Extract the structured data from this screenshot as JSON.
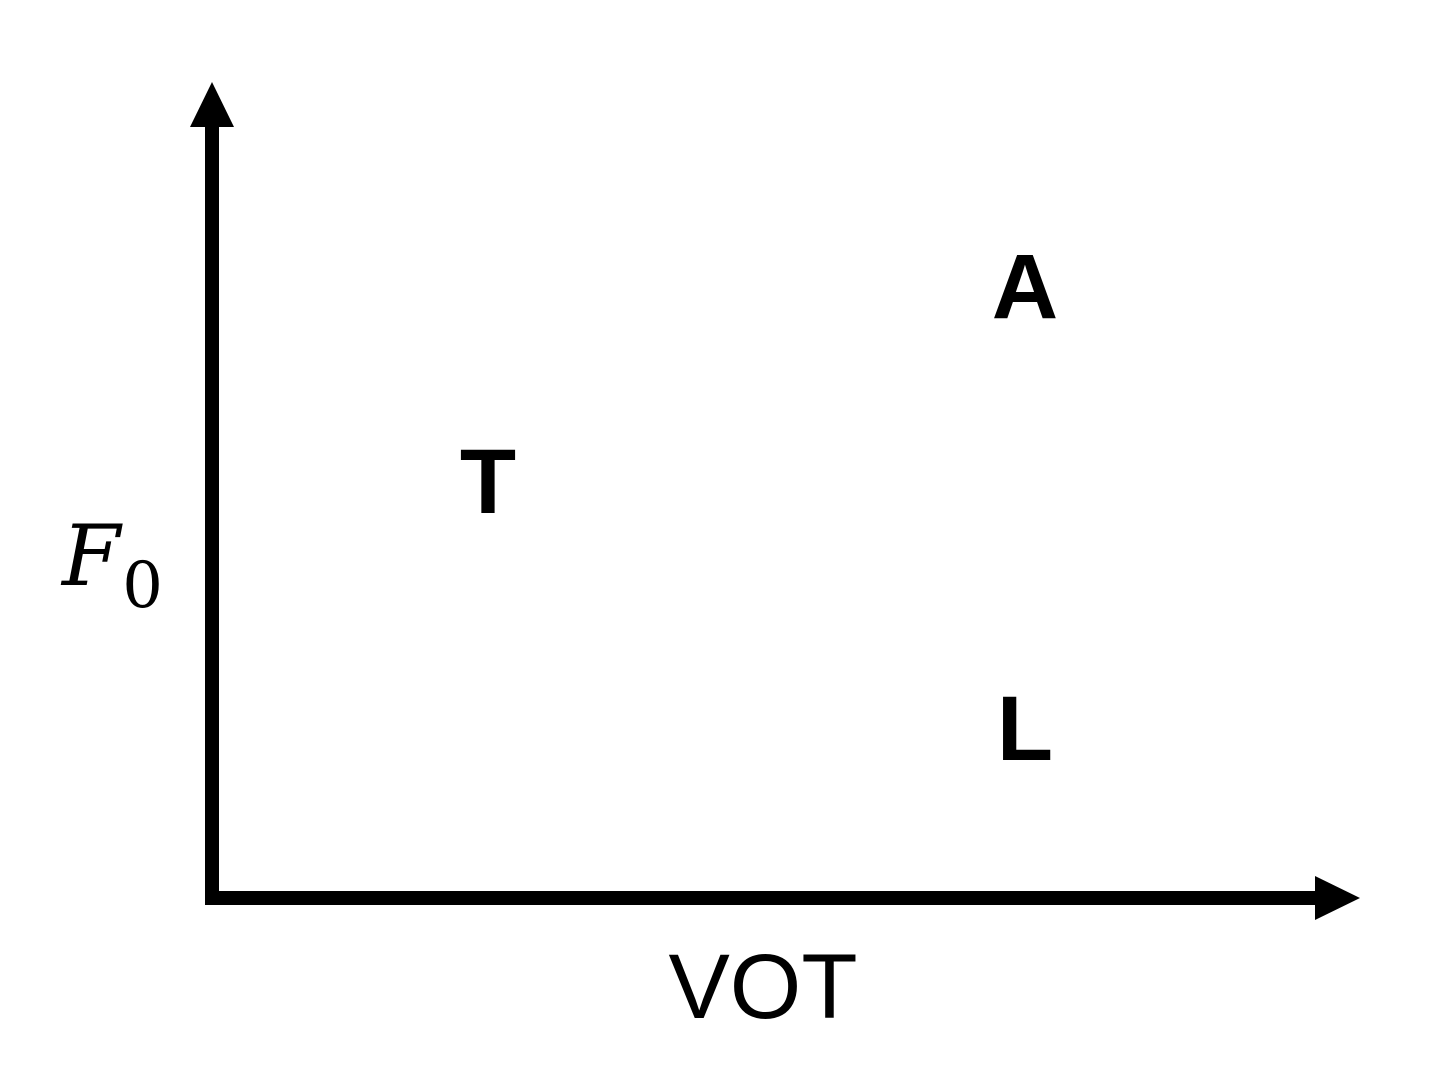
{
  "diagram": {
    "x_axis": {
      "label": "VOT"
    },
    "y_axis": {
      "label": "F",
      "label_subscript": "0"
    },
    "points": [
      {
        "id": "T",
        "label": "T"
      },
      {
        "id": "A",
        "label": "A"
      },
      {
        "id": "L",
        "label": "L"
      }
    ]
  },
  "colors": {
    "ink": "#000000",
    "background": "#ffffff"
  }
}
